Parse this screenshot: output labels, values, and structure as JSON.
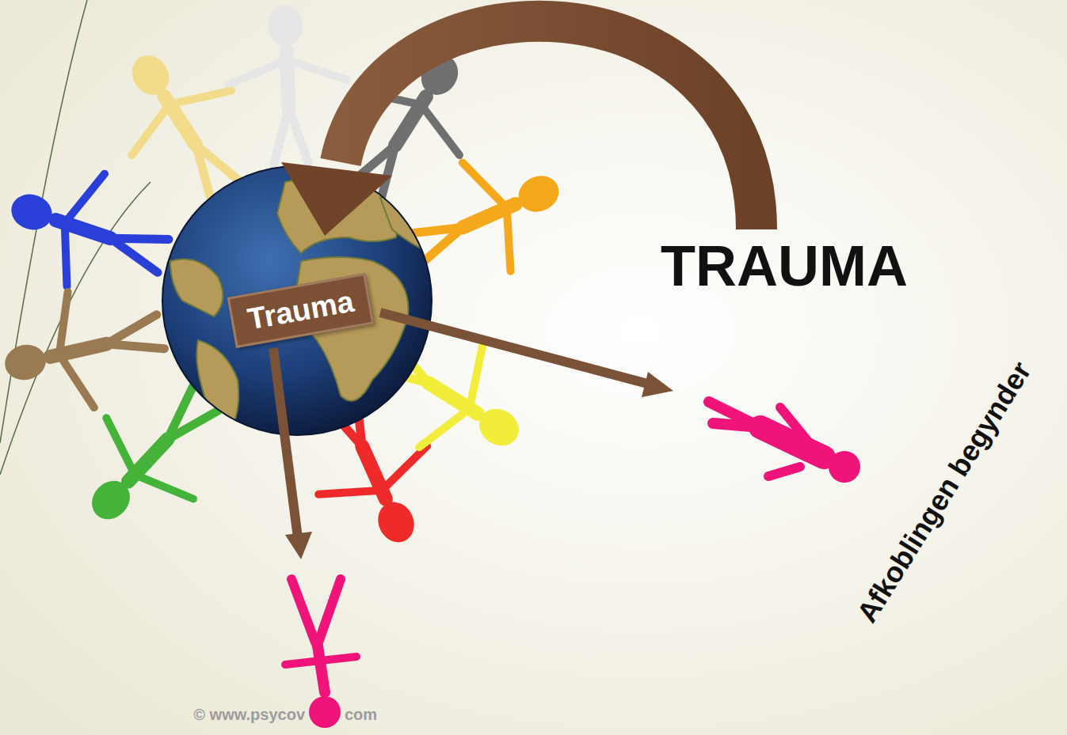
{
  "diagram": {
    "nodes": [
      {
        "text": [
          "Trauma"
        ]
      }
    ],
    "labels": [
      "TRAUMA",
      "Afkoblingen begynder",
      "© www.psycov",
      "com"
    ]
  }
}
